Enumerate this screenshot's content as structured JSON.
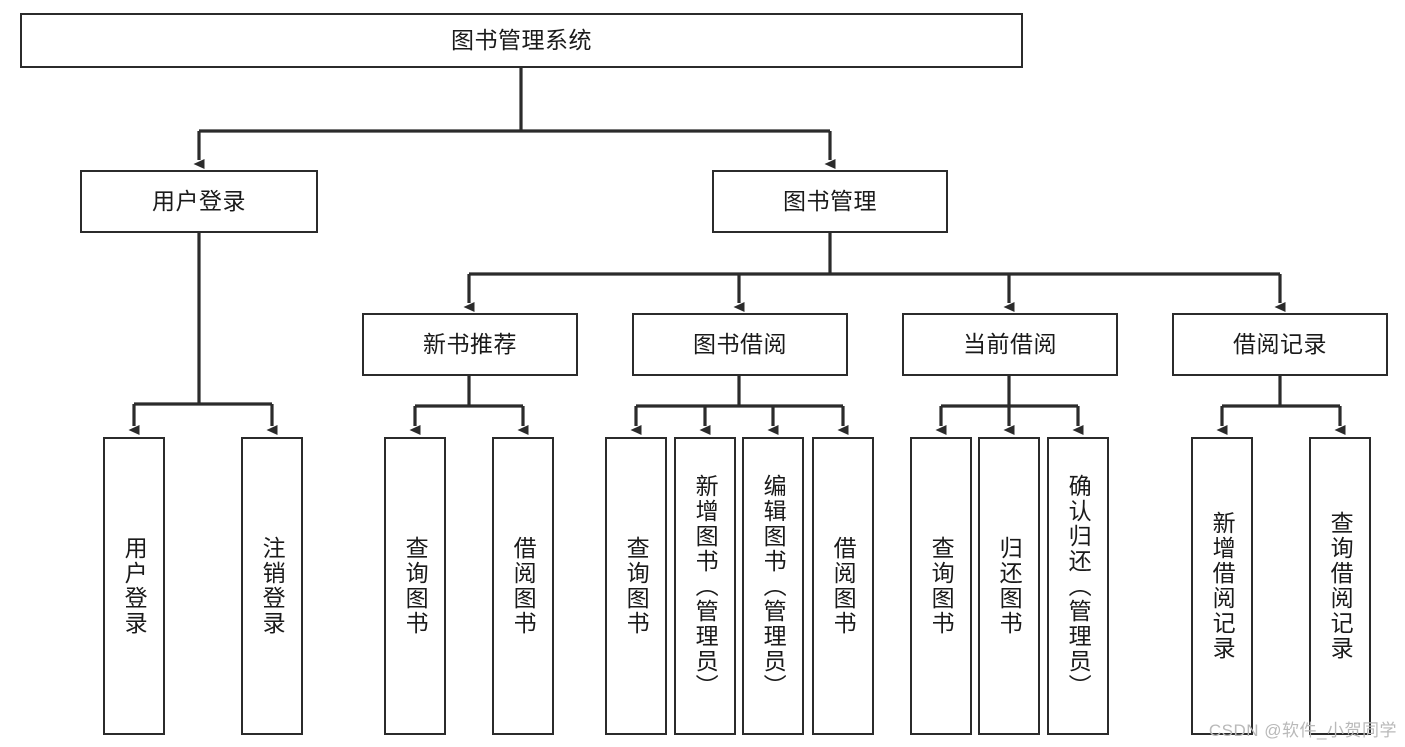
{
  "diagram": {
    "title": "图书管理系统",
    "type": "tree",
    "watermark": "CSDN @软件_小贺同学",
    "colors": {
      "border": "#2b2b2b",
      "background": "#ffffff",
      "text": "#1a1a1a",
      "connector": "#2b2b2b",
      "watermark": "#b9b9b9"
    },
    "nodes": {
      "root": {
        "label": "图书管理系统"
      },
      "level2": [
        {
          "label": "用户登录"
        },
        {
          "label": "图书管理"
        }
      ],
      "level3": [
        {
          "label": "新书推荐"
        },
        {
          "label": "图书借阅"
        },
        {
          "label": "当前借阅"
        },
        {
          "label": "借阅记录"
        }
      ],
      "leaves": {
        "user_login": [
          {
            "label": "用户登录"
          },
          {
            "label": "注销登录"
          }
        ],
        "new_book": [
          {
            "label": "查询图书"
          },
          {
            "label": "借阅图书"
          }
        ],
        "borrow_book": [
          {
            "label": "查询图书"
          },
          {
            "label": "新增图书（管理员）"
          },
          {
            "label": "编辑图书（管理员）"
          },
          {
            "label": "借阅图书"
          }
        ],
        "current_borrow": [
          {
            "label": "查询图书"
          },
          {
            "label": "归还图书"
          },
          {
            "label": "确认归还（管理员）"
          }
        ],
        "borrow_record": [
          {
            "label": "新增借阅记录"
          },
          {
            "label": "查询借阅记录"
          }
        ]
      }
    }
  }
}
